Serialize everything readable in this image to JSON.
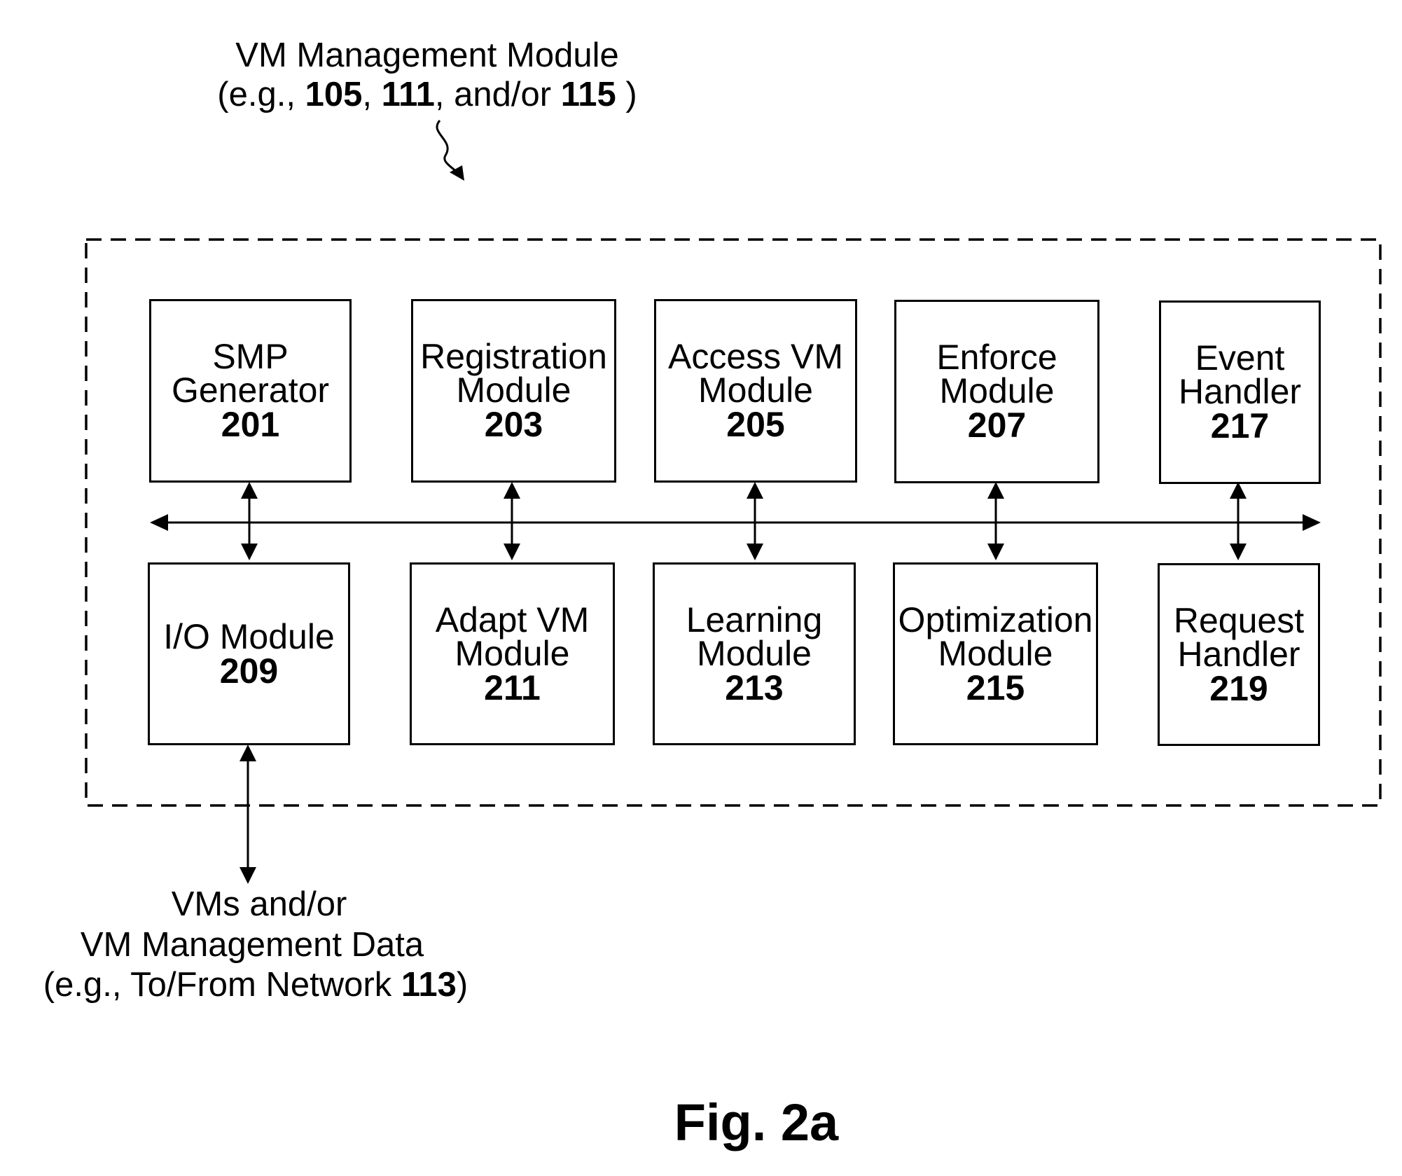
{
  "header": {
    "title": "VM Management Module",
    "ref_prefix": "(e.g., ",
    "ref1": "105",
    "sep1": ", ",
    "ref2": "111",
    "sep2": ", and/or ",
    "ref3": "115",
    "ref_suffix": " )"
  },
  "modules_top": [
    {
      "name": "SMP\nGenerator",
      "num": "201"
    },
    {
      "name": "Registration\nModule",
      "num": "203"
    },
    {
      "name": "Access VM\nModule",
      "num": "205"
    },
    {
      "name": "Enforce\nModule",
      "num": "207"
    },
    {
      "name": "Event\nHandler",
      "num": "217"
    }
  ],
  "modules_bottom": [
    {
      "name": "I/O Module",
      "num": "209"
    },
    {
      "name": "Adapt VM\nModule",
      "num": "211"
    },
    {
      "name": "Learning\nModule",
      "num": "213"
    },
    {
      "name": "Optimization\nModule",
      "num": "215"
    },
    {
      "name": "Request\nHandler",
      "num": "219"
    }
  ],
  "external": {
    "line1": "VMs and/or",
    "line2": "VM Management Data",
    "line3_prefix": "(e.g., To/From Network ",
    "line3_ref": "113",
    "line3_suffix": ")"
  },
  "figure_label": "Fig. 2a"
}
